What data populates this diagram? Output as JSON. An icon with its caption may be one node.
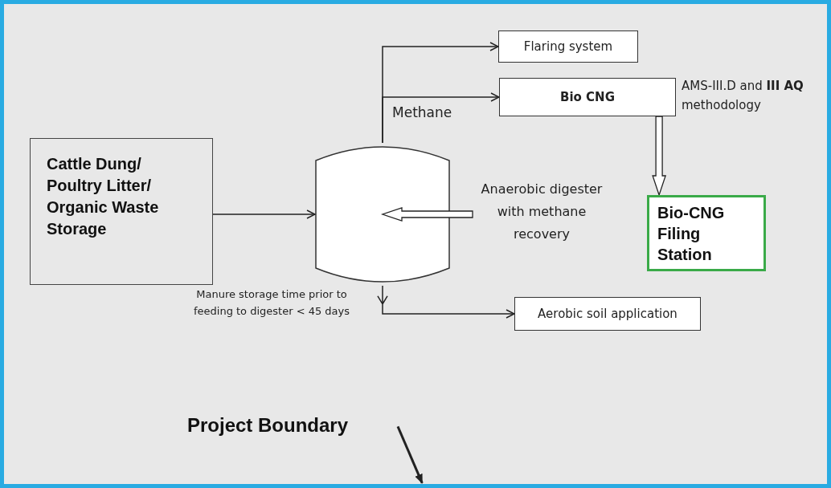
{
  "diagram": {
    "nodes": [
      {
        "text": [],
        "shape": "box"
      },
      {
        "text": [
          "Cattle Dung/ Poultry Litter/ Organic Waste Storage"
        ],
        "in": 0
      },
      {
        "text": [],
        "shape": "cylinder",
        "in": 0
      },
      {
        "text": [
          "Anaerobic digester with methane recovery"
        ],
        "in": 0
      },
      {
        "text": [
          "Flaring system"
        ],
        "in": 0
      },
      {
        "text": [
          "Bio CNG"
        ],
        "in": 0,
        "beside": [
          "AMS-III.D and **III AQ** methodology"
        ]
      },
      {
        "text": [
          "Bio-CNG Filing Station"
        ],
        "in": 0
      },
      {
        "text": [
          "Aerobic soil application"
        ],
        "in": 0
      },
      {
        "text": [
          "Project Boundary"
        ],
        "in": 0
      }
    ],
    "edges": [
      {
        "from": 1,
        "to": 2,
        "arrow": "to"
      },
      {
        "from": 3,
        "to": 2,
        "arrow": "to",
        "style": "thick"
      },
      {
        "from": 2,
        "to": 4,
        "arrow": "to"
      },
      {
        "from": 2,
        "to": 5,
        "arrow": "to",
        "label": "Methane"
      },
      {
        "from": 5,
        "to": 6,
        "arrow": "to",
        "style": "thick"
      },
      {
        "from": 2,
        "to": 7,
        "arrow": "to"
      },
      {
        "from": 8,
        "to": 0,
        "arrow": "to"
      }
    ],
    "labels": [
      "Manure storage time prior to feeding to digester < 45 days"
    ]
  }
}
